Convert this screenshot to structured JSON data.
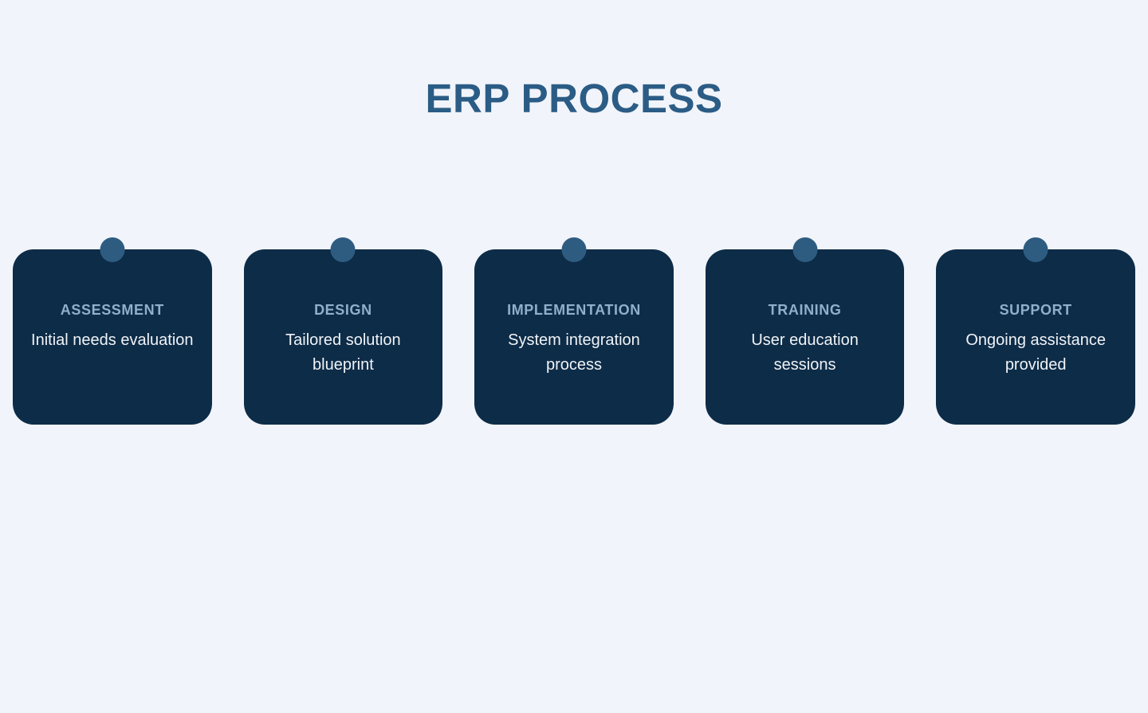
{
  "title": "ERP PROCESS",
  "colors": {
    "background": "#f1f4fa",
    "title_text": "#2b5c85",
    "card_background": "#0d2c48",
    "pin_dot": "#2e5c81",
    "card_heading_text": "#8fb0ca",
    "card_description_text": "#f0f3f6"
  },
  "cards": [
    {
      "heading": "ASSESSMENT",
      "description": "Initial needs evaluation"
    },
    {
      "heading": "DESIGN",
      "description": "Tailored solution blueprint"
    },
    {
      "heading": "IMPLEMENTATION",
      "description": "System integration process"
    },
    {
      "heading": "TRAINING",
      "description": "User education sessions"
    },
    {
      "heading": "SUPPORT",
      "description": "Ongoing assistance provided"
    }
  ]
}
